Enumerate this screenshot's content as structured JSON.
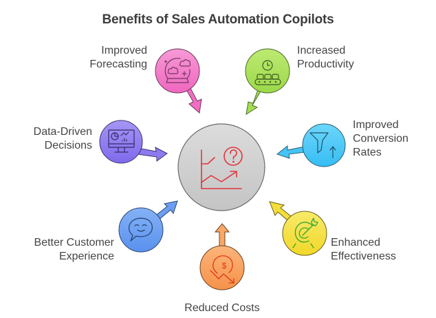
{
  "title": "Benefits of Sales Automation Copilots",
  "center": {
    "icon": "chart-question-icon",
    "fill": "#d4d4d4",
    "icon_color": "#e53935"
  },
  "benefits": [
    {
      "id": "forecasting",
      "lines": [
        "Improved",
        "Forecasting"
      ],
      "icon": "crystal-ball-icon",
      "color": "#f57ecb"
    },
    {
      "id": "productivity",
      "lines": [
        "Increased",
        "Productivity"
      ],
      "icon": "conveyor-clock-icon",
      "color": "#a6e05a"
    },
    {
      "id": "conversion",
      "lines": [
        "Improved",
        "Conversion",
        "Rates"
      ],
      "icon": "funnel-up-icon",
      "color": "#4cc8f6"
    },
    {
      "id": "effectiveness",
      "lines": [
        "Enhanced",
        "Effectiveness"
      ],
      "icon": "target-arrow-icon",
      "color": "#f5e042"
    },
    {
      "id": "costs",
      "lines": [
        "Reduced Costs"
      ],
      "icon": "dollar-down-icon",
      "color": "#f9a25c"
    },
    {
      "id": "customer",
      "lines": [
        "Better Customer",
        "Experience"
      ],
      "icon": "smile-chat-icon",
      "color": "#6a9ff2"
    },
    {
      "id": "decisions",
      "lines": [
        "Data-Driven",
        "Decisions"
      ],
      "icon": "monitor-chart-icon",
      "color": "#8f7cf0"
    }
  ]
}
